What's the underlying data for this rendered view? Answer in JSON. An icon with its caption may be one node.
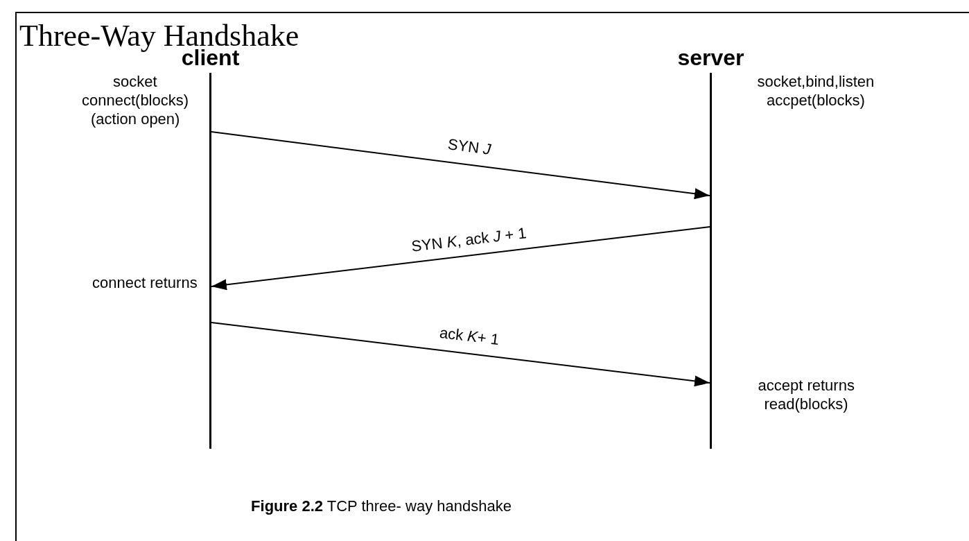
{
  "diagram": {
    "title": "Three-Way Handshake",
    "caption": "**Figure 2.2** TCP three- way handshake",
    "nodes": [
      {
        "text": [
          "client"
        ]
      },
      {
        "text": [
          "server"
        ]
      }
    ],
    "edges": [
      {
        "from": 0,
        "to": 1,
        "arrow": "to",
        "label": "SYN *J*"
      },
      {
        "from": 1,
        "to": 0,
        "arrow": "to",
        "label": "SYN *K*, ack *J* + 1"
      },
      {
        "from": 0,
        "to": 1,
        "arrow": "to",
        "label": "ack *K*+ 1"
      }
    ],
    "labels": [
      "socket",
      "connect(blocks)",
      "(action open)",
      "socket,bind,listen",
      "accpet(blocks)",
      "connect returns",
      "accept returns",
      "read(blocks)"
    ]
  }
}
